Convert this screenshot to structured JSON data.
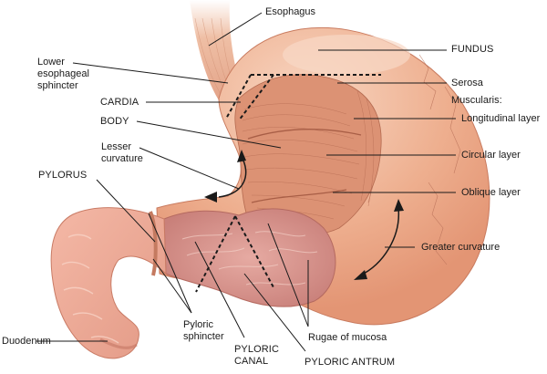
{
  "diagram": {
    "subject": "Anatomy of the stomach",
    "colors": {
      "outer_tissue": "#e9a585",
      "outer_highlight": "#f6cdb5",
      "muscle": "#d98c70",
      "muscle_lines": "#b8684f",
      "mucosa": "#dc9a92",
      "mucosa_dark": "#c97a72",
      "duodenum": "#eeaa98",
      "leader_line": "#1a1a1a",
      "region_boundary": "#1a1a1a"
    },
    "labels": {
      "esophagus": "Esophagus",
      "lower_esophageal_sphincter": "Lower\nesophageal\nsphincter",
      "cardia": "CARDIA",
      "body": "BODY",
      "lesser_curvature": "Lesser\ncurvature",
      "pylorus": "PYLORUS",
      "fundus": "FUNDUS",
      "serosa": "Serosa",
      "muscularis": "Muscularis:",
      "longitudinal_layer": "Longitudinal layer",
      "circular_layer": "Circular layer",
      "oblique_layer": "Oblique layer",
      "greater_curvature": "Greater curvature",
      "duodenum": "Duodenum",
      "pyloric_sphincter": "Pyloric\nsphincter",
      "pyloric_canal": "PYLORIC\nCANAL",
      "rugae_of_mucosa": "Rugae of mucosa",
      "pyloric_antrum": "PYLORIC ANTRUM"
    }
  }
}
